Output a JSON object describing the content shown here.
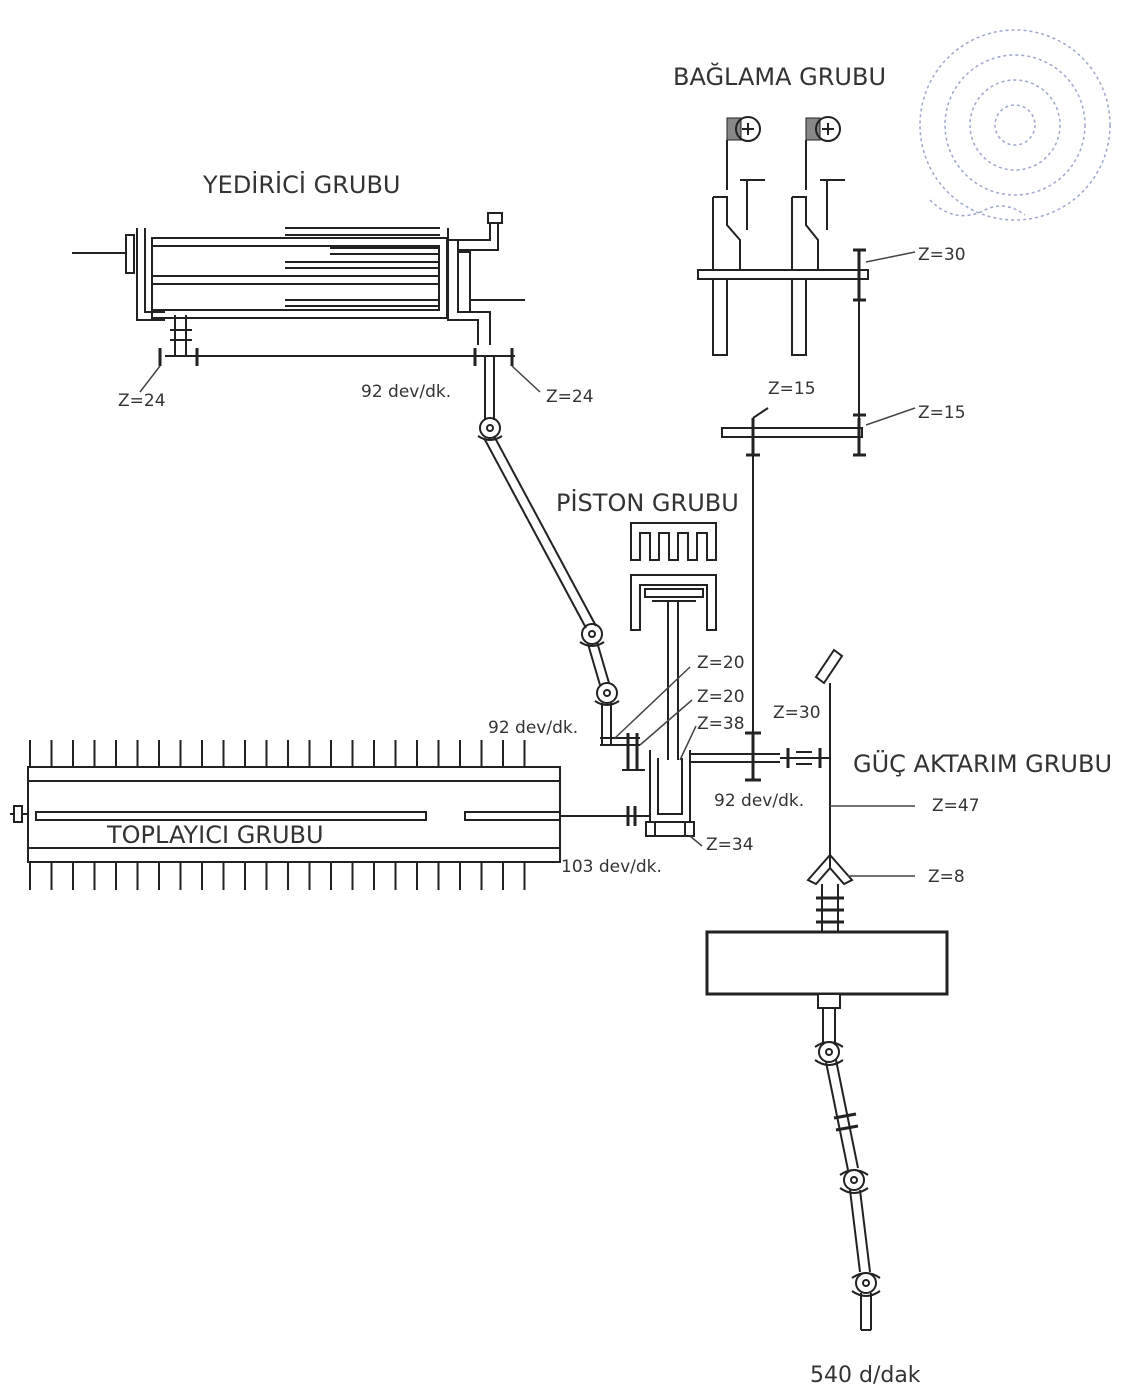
{
  "groups": {
    "baglama": "BAĞLAMA GRUBU",
    "yedirici": "YEDİRİCİ GRUBU",
    "piston": "PİSTON GRUBU",
    "guc_aktarim": "GÜÇ AKTARIM GRUBU",
    "toplayici": "TOPLAYICI GRUBU"
  },
  "labels": {
    "z30_top": "Z=30",
    "z15_left": "Z=15",
    "z15_right": "Z=15",
    "z24_left": "Z=24",
    "z24_right": "Z=24",
    "rpm_yedirici": "92 dev/dk.",
    "z20_a": "Z=20",
    "z20_b": "Z=20",
    "z38": "Z=38",
    "z30_mid": "Z=30",
    "rpm_piston": "92 dev/dk.",
    "rpm_guc": "92 dev/dk.",
    "z47": "Z=47",
    "z34": "Z=34",
    "rpm_toplayici": "103 dev/dk.",
    "z8": "Z=8",
    "pto_speed": "540 d/dak"
  },
  "colors": {
    "line": "#222222",
    "text": "#333333",
    "stamp": "#4a5fa0"
  }
}
